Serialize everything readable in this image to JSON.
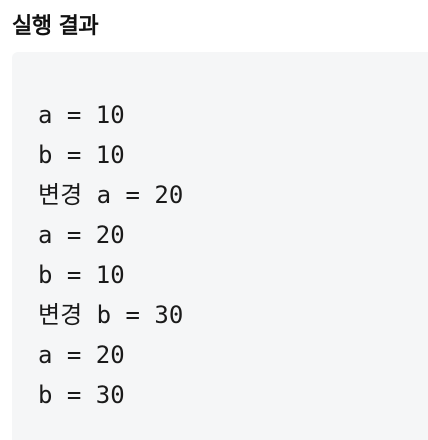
{
  "section": {
    "title": "실행 결과"
  },
  "output": {
    "lines": [
      "a = 10",
      "b = 10",
      "변경 a = 20",
      "a = 20",
      "b = 10",
      "변경 b = 30",
      "a = 20",
      "b = 30"
    ]
  }
}
